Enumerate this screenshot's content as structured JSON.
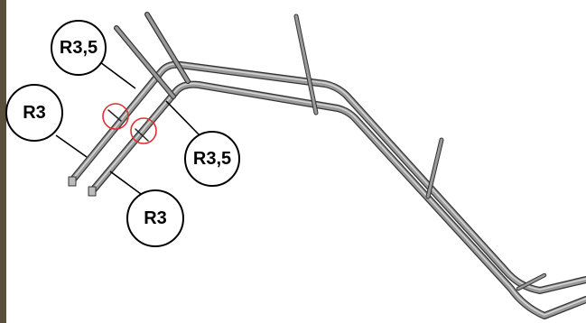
{
  "callouts": [
    {
      "id": "callout-r35-top",
      "label": "R3,5"
    },
    {
      "id": "callout-r3-left",
      "label": "R3"
    },
    {
      "id": "callout-r35-right",
      "label": "R3,5"
    },
    {
      "id": "callout-r3-bottom",
      "label": "R3"
    }
  ],
  "colors": {
    "background": "#ffffff",
    "left_strip": "#5a4f3c",
    "rod_outline": "#333333",
    "rod_fill": "#9a9a9a",
    "rod_highlight": "#d6d6d6",
    "callout_stroke": "#000000",
    "highlight_circle": "#e03030"
  },
  "icons": {
    "highlight_markers": [
      "joint-highlight-circle-left",
      "joint-highlight-circle-right"
    ]
  }
}
